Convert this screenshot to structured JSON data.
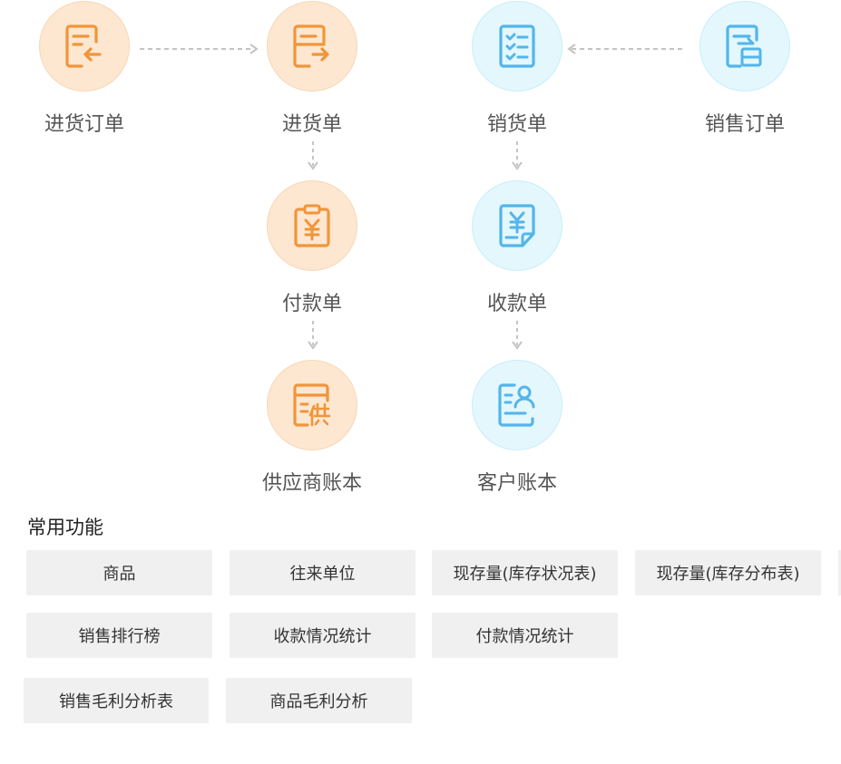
{
  "flow": {
    "purchase_order": {
      "label": "进货订单",
      "icon": "document-arrow-in-icon"
    },
    "purchase_receipt": {
      "label": "进货单",
      "icon": "document-arrow-out-icon"
    },
    "sales_receipt": {
      "label": "销货单",
      "icon": "checklist-icon"
    },
    "sales_order": {
      "label": "销售订单",
      "icon": "document-transfer-icon"
    },
    "payment": {
      "label": "付款单",
      "icon": "clipboard-yuan-icon"
    },
    "receipt": {
      "label": "收款单",
      "icon": "document-yuan-icon"
    },
    "supplier_ledger": {
      "label": "供应商账本",
      "icon": "supplier-book-icon"
    },
    "customer_ledger": {
      "label": "客户账本",
      "icon": "customer-book-icon"
    }
  },
  "colors": {
    "orange_icon": "#f0953a",
    "orange_bg": "#fde7d1",
    "blue_icon": "#53b5ea",
    "blue_bg": "#e3f7fd"
  },
  "common": {
    "title": "常用功能",
    "buttons": [
      "商品",
      "往来单位",
      "现存量(库存状况表)",
      "现存量(库存分布表)",
      "销售排行榜",
      "收款情况统计",
      "付款情况统计",
      "销售毛利分析表",
      "商品毛利分析"
    ]
  }
}
